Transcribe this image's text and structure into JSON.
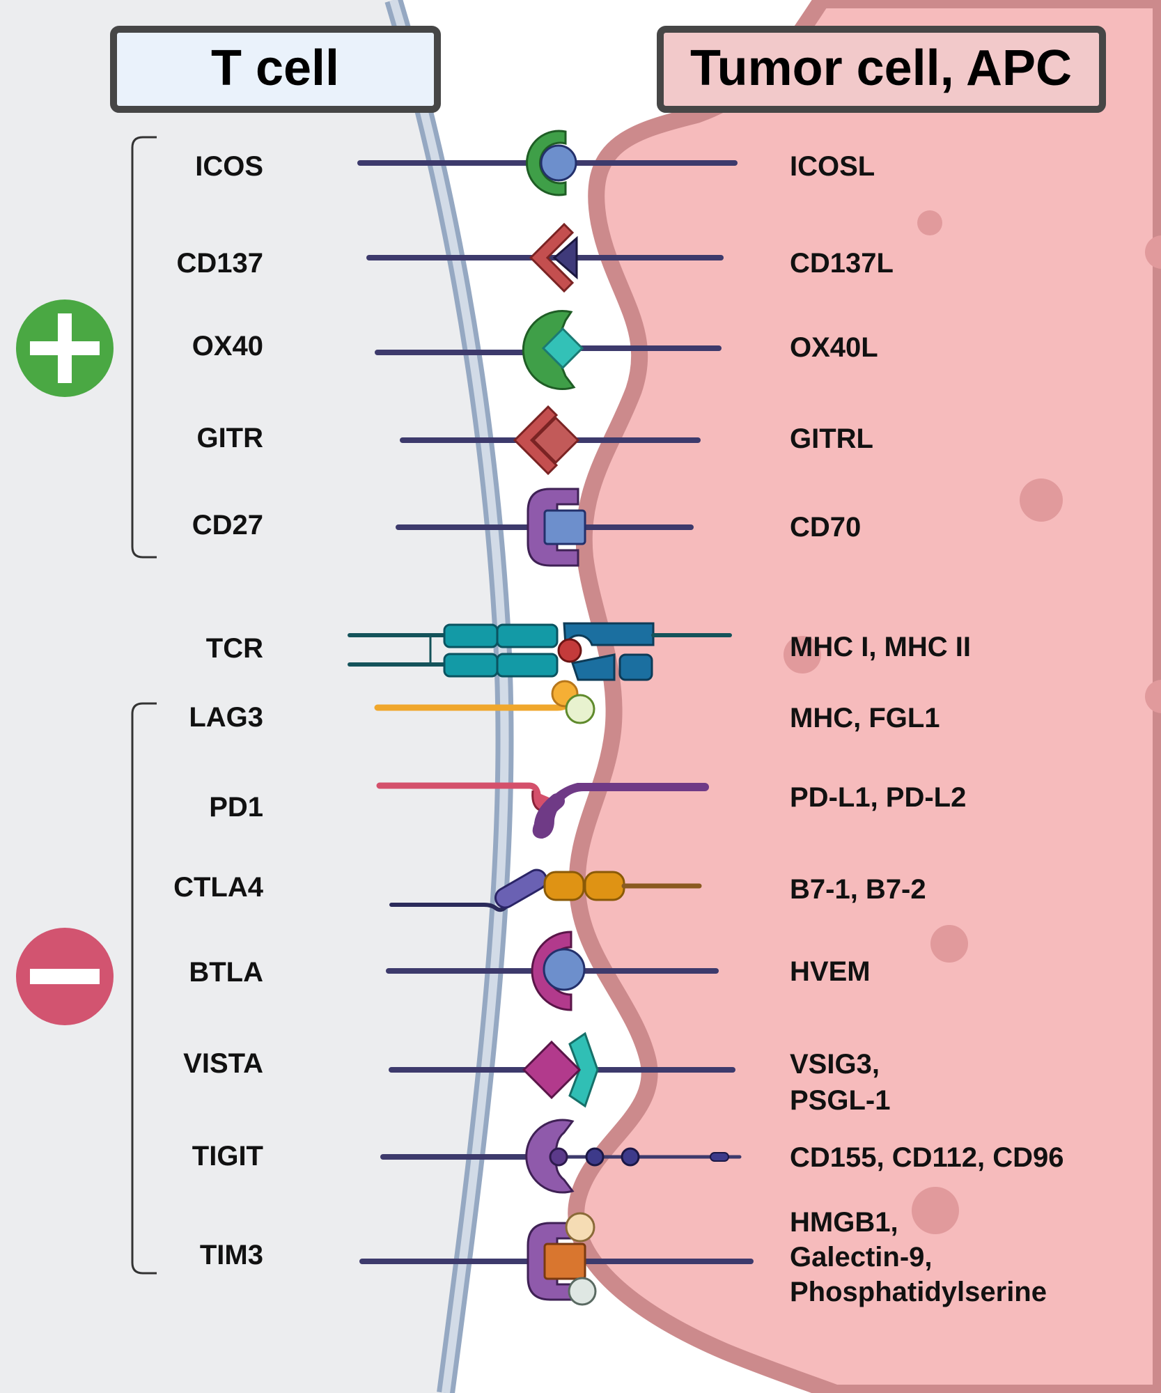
{
  "headers": {
    "t_cell": "T cell",
    "tumor": "Tumor cell, APC"
  },
  "stimulatory": [
    {
      "receptor": "ICOS",
      "ligand": "ICOSL"
    },
    {
      "receptor": "CD137",
      "ligand": "CD137L"
    },
    {
      "receptor": "OX40",
      "ligand": "OX40L"
    },
    {
      "receptor": "GITR",
      "ligand": "GITRL"
    },
    {
      "receptor": "CD27",
      "ligand": "CD70"
    }
  ],
  "tcr": {
    "receptor": "TCR",
    "ligand": "MHC I, MHC II"
  },
  "inhibitory": [
    {
      "receptor": "LAG3",
      "ligand_lines": [
        "MHC, FGL1"
      ]
    },
    {
      "receptor": "PD1",
      "ligand_lines": [
        "PD-L1, PD-L2"
      ]
    },
    {
      "receptor": "CTLA4",
      "ligand_lines": [
        "B7-1, B7-2"
      ]
    },
    {
      "receptor": "BTLA",
      "ligand_lines": [
        "HVEM"
      ]
    },
    {
      "receptor": "VISTA",
      "ligand_lines": [
        "VSIG3,",
        "PSGL-1"
      ]
    },
    {
      "receptor": "TIGIT",
      "ligand_lines": [
        "CD155, CD112, CD96"
      ]
    },
    {
      "receptor": "TIM3",
      "ligand_lines": [
        "HMGB1,",
        "Galectin-9,",
        "Phosphatidylserine"
      ]
    }
  ],
  "colors": {
    "t_cell_bg": "#ecedef",
    "tumor_fill": "#f6bbbc",
    "tumor_membrane": "#cc8a8c",
    "tcell_membrane": "#b5c2d4",
    "plus_badge": "#4aa843",
    "minus_badge": "#d25470",
    "t_cell_header_bg": "#eaf2fb",
    "tumor_header_bg": "#f2c9ca"
  },
  "icons": {
    "plus": "plus-icon",
    "minus": "minus-icon"
  }
}
